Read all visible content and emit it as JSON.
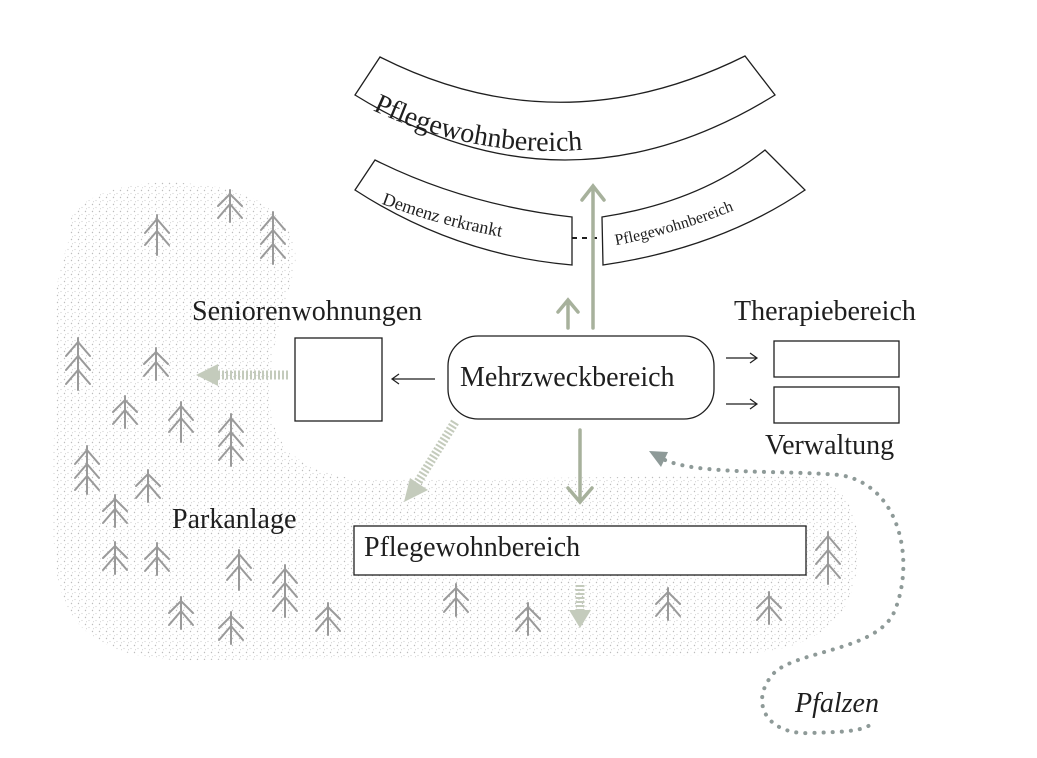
{
  "labels": {
    "top_wing": "Pflegewohnbereich",
    "dementia_wing": "Demenz erkrankt",
    "small_wing": "Pflegewohnbereich",
    "senior_apartments": "Seniorenwohnungen",
    "multipurpose": "Mehrzweckbereich",
    "therapy": "Therapiebereich",
    "administration": "Verwaltung",
    "park": "Parkanlage",
    "bottom_wing": "Pflegewohnbereich",
    "entrance_path": "Pfalzen"
  },
  "colors": {
    "ink": "#1f1f1f",
    "arrow_green": "#a7b19c",
    "dotted_path": "#8e9a98",
    "park_stipple": "#c9c9c9",
    "tree": "#9a9a9a"
  }
}
